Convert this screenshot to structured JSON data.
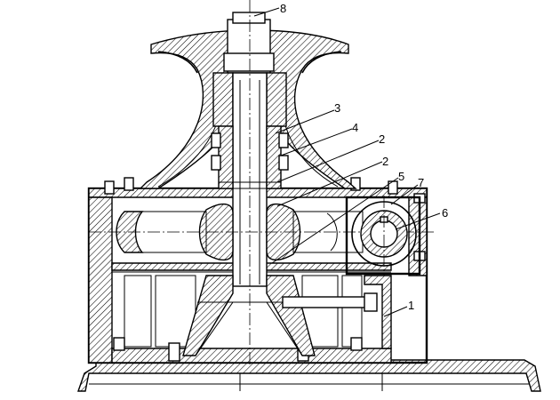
{
  "callouts": [
    {
      "id": "c1",
      "label": "1"
    },
    {
      "id": "c2a",
      "label": "2"
    },
    {
      "id": "c2b",
      "label": "2"
    },
    {
      "id": "c3",
      "label": "3"
    },
    {
      "id": "c4",
      "label": "4"
    },
    {
      "id": "c5",
      "label": "5"
    },
    {
      "id": "c6",
      "label": "6"
    },
    {
      "id": "c7",
      "label": "7"
    },
    {
      "id": "c8",
      "label": "8"
    }
  ],
  "colors": {
    "ink": "#000000",
    "paper": "#ffffff"
  }
}
